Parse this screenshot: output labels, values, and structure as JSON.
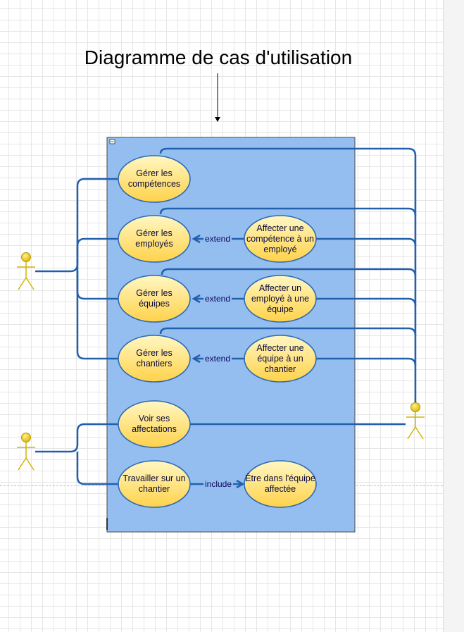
{
  "title": "Diagramme de cas d'utilisation",
  "colors": {
    "system_fill": "#94bdf0",
    "system_border": "#4a4a4a",
    "line": "#2260ac",
    "usecase_fill_top": "#fff7c2",
    "usecase_fill_bottom": "#ffd24a",
    "usecase_border": "#2f6bb3",
    "actor": "#e8c800"
  },
  "use_cases": {
    "gerer_competences": "Gérer les compétences",
    "gerer_employes": "Gérer les employés",
    "gerer_equipes": "Gérer les équipes",
    "gerer_chantiers": "Gérer les chantiers",
    "affecter_competence": "Affecter une compétence à un employé",
    "affecter_employe": "Affecter un employé à une équipe",
    "affecter_equipe": "Affecter une équipe à un chantier",
    "voir_affectations": "Voir ses affectations",
    "travailler_chantier": "Travailler sur un chantier",
    "etre_equipe": "Être dans l'équipe affectée"
  },
  "relations": {
    "extend_1": "extend",
    "extend_2": "extend",
    "extend_3": "extend",
    "include_1": "include"
  },
  "actors": [
    "actor-left-top",
    "actor-left-bottom",
    "actor-right"
  ]
}
